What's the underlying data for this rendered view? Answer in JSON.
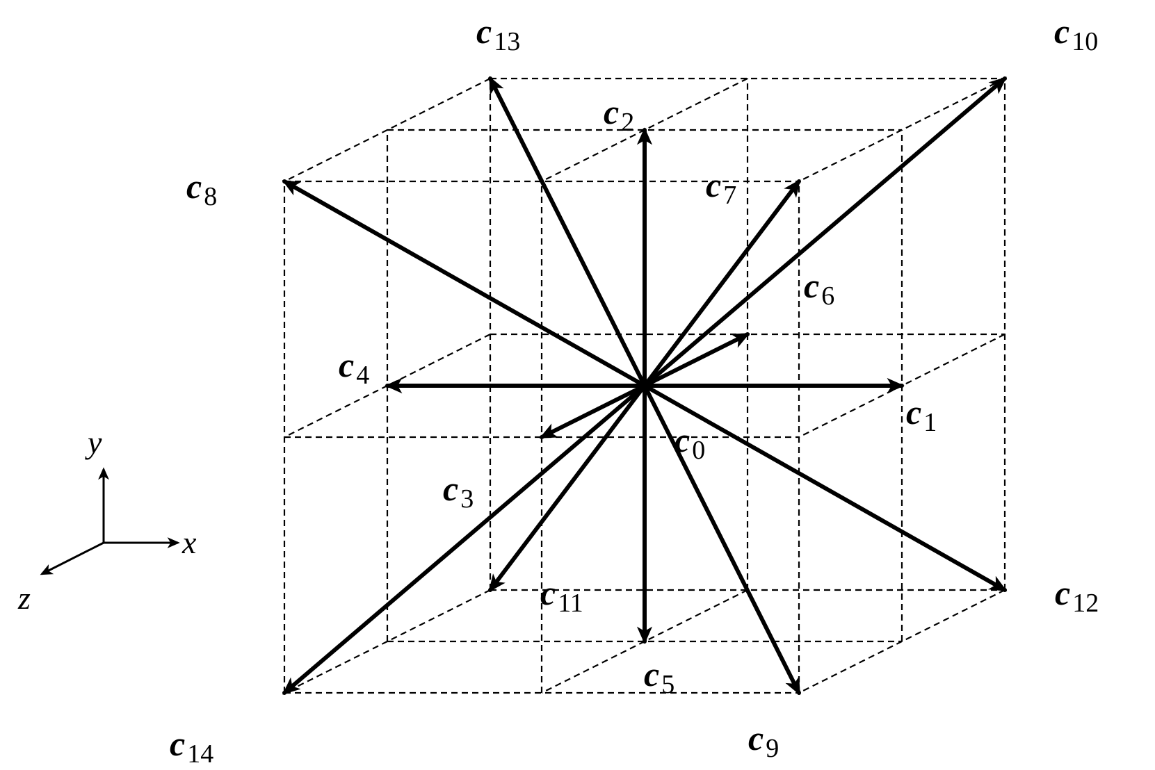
{
  "diagram": {
    "vectors": [
      {
        "id": "c0",
        "main": "c",
        "sub": "0"
      },
      {
        "id": "c1",
        "main": "c",
        "sub": "1"
      },
      {
        "id": "c2",
        "main": "c",
        "sub": "2"
      },
      {
        "id": "c3",
        "main": "c",
        "sub": "3"
      },
      {
        "id": "c4",
        "main": "c",
        "sub": "4"
      },
      {
        "id": "c5",
        "main": "c",
        "sub": "5"
      },
      {
        "id": "c6",
        "main": "c",
        "sub": "6"
      },
      {
        "id": "c7",
        "main": "c",
        "sub": "7"
      },
      {
        "id": "c8",
        "main": "c",
        "sub": "8"
      },
      {
        "id": "c9",
        "main": "c",
        "sub": "9"
      },
      {
        "id": "c10",
        "main": "c",
        "sub": "10"
      },
      {
        "id": "c11",
        "main": "c",
        "sub": "11"
      },
      {
        "id": "c12",
        "main": "c",
        "sub": "12"
      },
      {
        "id": "c13",
        "main": "c",
        "sub": "13"
      },
      {
        "id": "c14",
        "main": "c",
        "sub": "14"
      }
    ],
    "axes": {
      "x": "x",
      "y": "y",
      "z": "z"
    }
  }
}
